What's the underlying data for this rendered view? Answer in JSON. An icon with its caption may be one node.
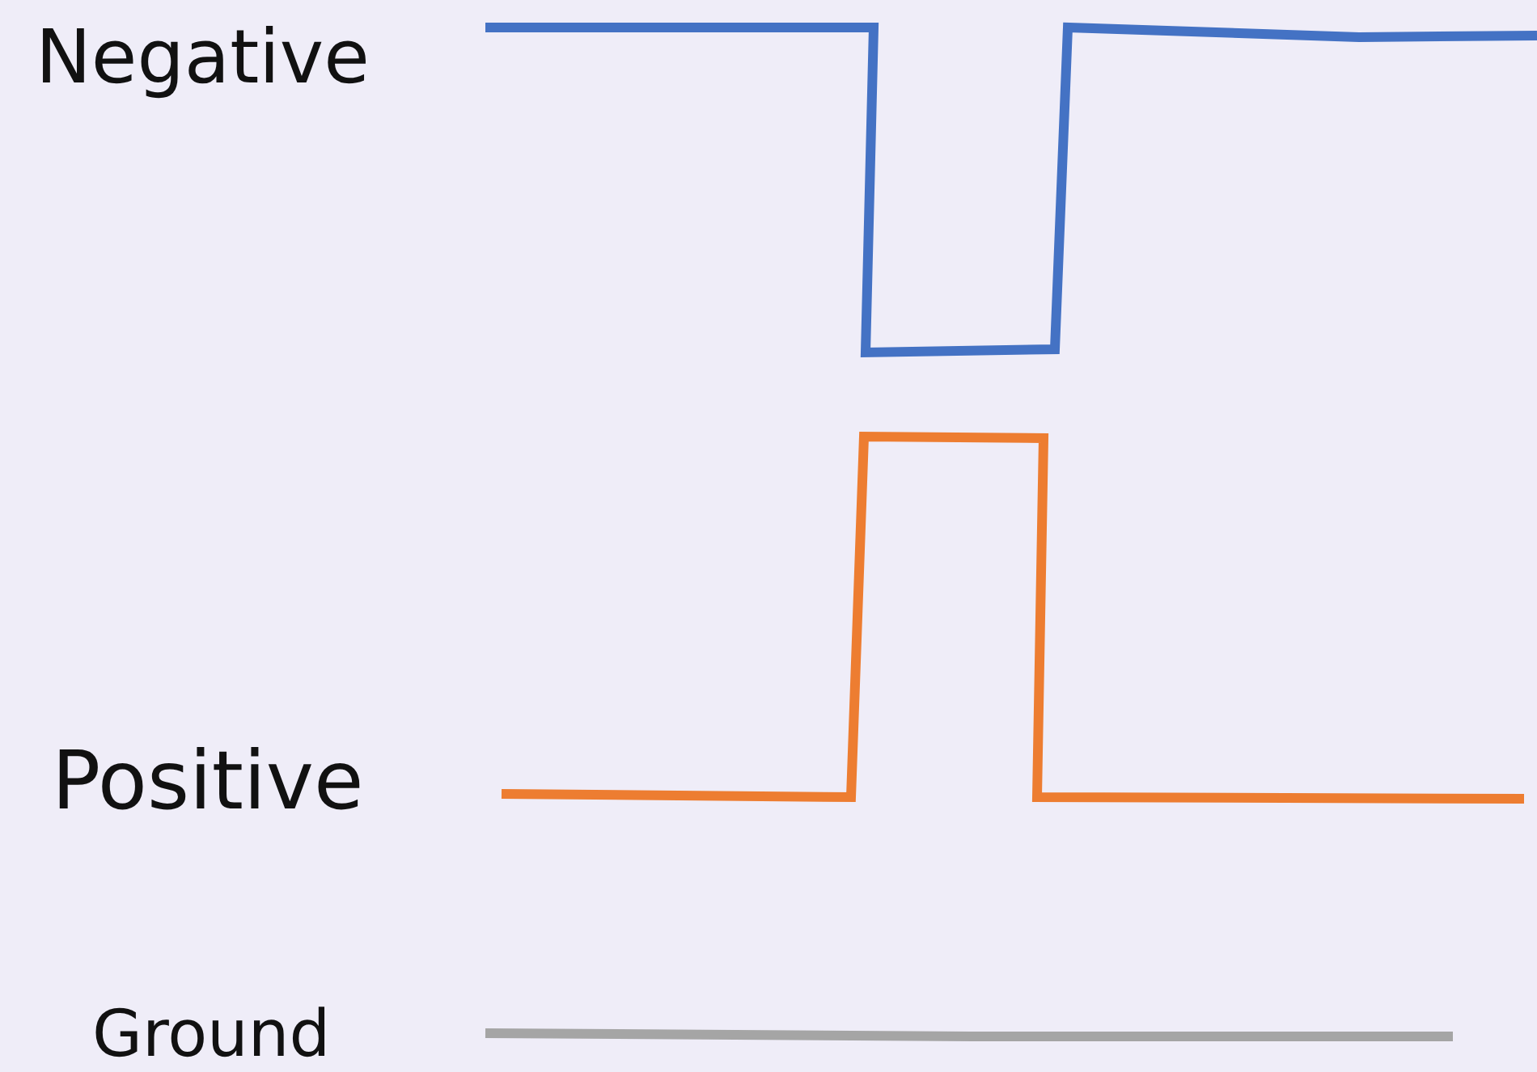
{
  "diagram": {
    "labels": [
      "Negative",
      "Positive",
      "Ground"
    ]
  }
}
